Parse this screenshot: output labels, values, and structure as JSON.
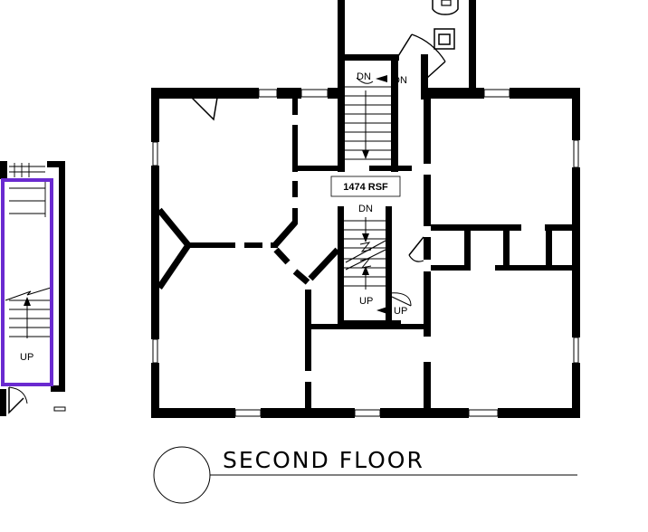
{
  "drawing": {
    "title": "SECOND FLOOR",
    "area_label": "1474 RSF"
  },
  "stair_labels": {
    "upper_stair_dn_left": "DN",
    "upper_stair_dn_right": "DN",
    "center_stair_dn": "DN",
    "center_stair_up": "UP",
    "center_stair_up_right": "UP",
    "side_stair_up": "UP"
  },
  "colors": {
    "wall": "#000000",
    "highlight": "#6a2ad0",
    "background": "#ffffff"
  }
}
